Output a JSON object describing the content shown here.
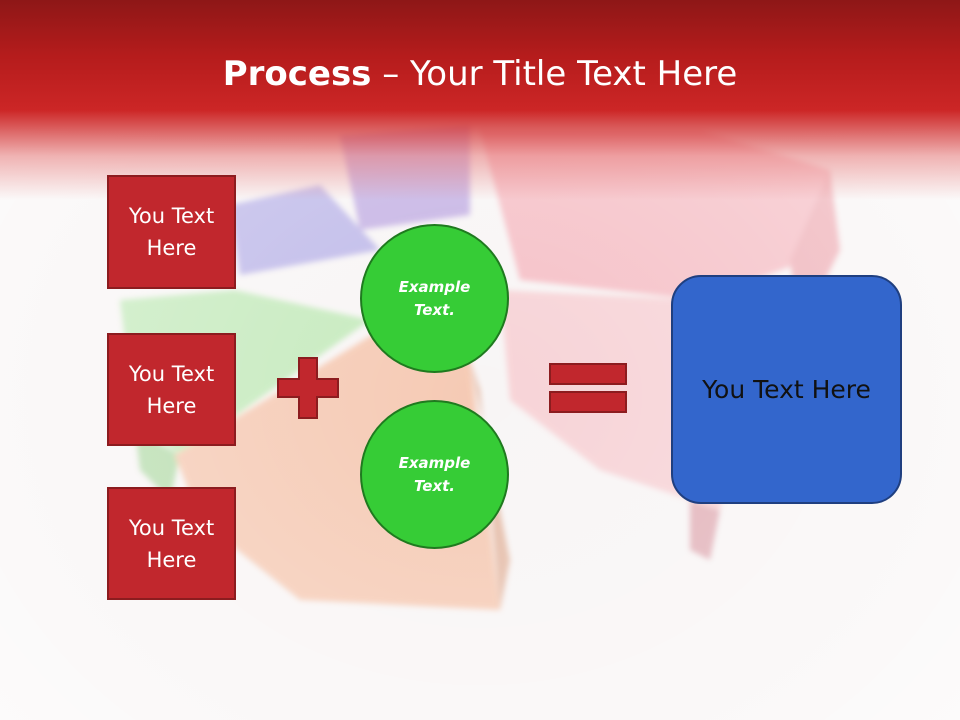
{
  "slide": {
    "title_bold": "Process",
    "title_rest": " – Your Title Text Here"
  },
  "left_boxes": [
    {
      "label": "You Text Here"
    },
    {
      "label": "You Text Here"
    },
    {
      "label": "You Text Here"
    }
  ],
  "circles": [
    {
      "label": "Example Text."
    },
    {
      "label": "Example Text."
    }
  ],
  "result_box": {
    "label": "You Text Here"
  },
  "colors": {
    "header": "#c1272d",
    "red_box": "#c1272d",
    "green_circle": "#36cc36",
    "blue_box": "#3366cc"
  },
  "icons": {
    "plus": "plus-icon",
    "equals": "equals-icon"
  }
}
